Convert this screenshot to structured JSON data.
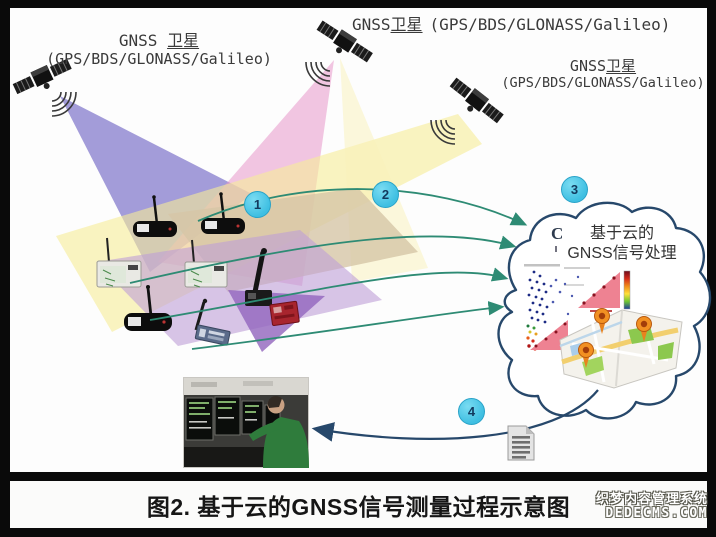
{
  "figure": {
    "caption": "图2. 基于云的GNSS信号测量过程示意图"
  },
  "watermark": {
    "line1": "织梦内容管理系统",
    "line2": "DEDECMS.COM"
  },
  "satellite_labels": {
    "top_center": {
      "name_prefix": "GNSS ",
      "name_cn": "卫星",
      "systems": "(GPS/BDS/GLONASS/Galileo)"
    },
    "top_right": {
      "name_prefix": "GNSS",
      "name_cn": "卫星",
      "systems": "(GPS/BDS/GLONASS/Galileo)"
    },
    "right": {
      "name_prefix": "GNSS",
      "name_cn": "卫星",
      "systems": "(GPS/BDS/GLONASS/Galileo)"
    }
  },
  "cloud": {
    "letter": "C",
    "title_line1": "基于云的",
    "title_line2": "GNSS信号处理"
  },
  "steps": {
    "s1": "1",
    "s2": "2",
    "s3": "3",
    "s4": "4"
  },
  "icons": {
    "satellite": "satellite-icon",
    "signal_waves": "signal-waves-icon",
    "receiver": "gnss-receiver-icon",
    "cloud": "cloud-shape",
    "document": "document-icon",
    "map_pin": "map-pin-icon",
    "scatter_plot": "signal-scatter-plot",
    "control_room": "control-room-photo"
  },
  "colors": {
    "step_circle": "#4EC7E8",
    "arrow_teal": "#2E8B74",
    "arrow_navy": "#27486B",
    "beam_purple": "#8076CA",
    "beam_pink": "#E898CA",
    "beam_yellow": "#F7EC98",
    "caption_text": "#161616"
  }
}
